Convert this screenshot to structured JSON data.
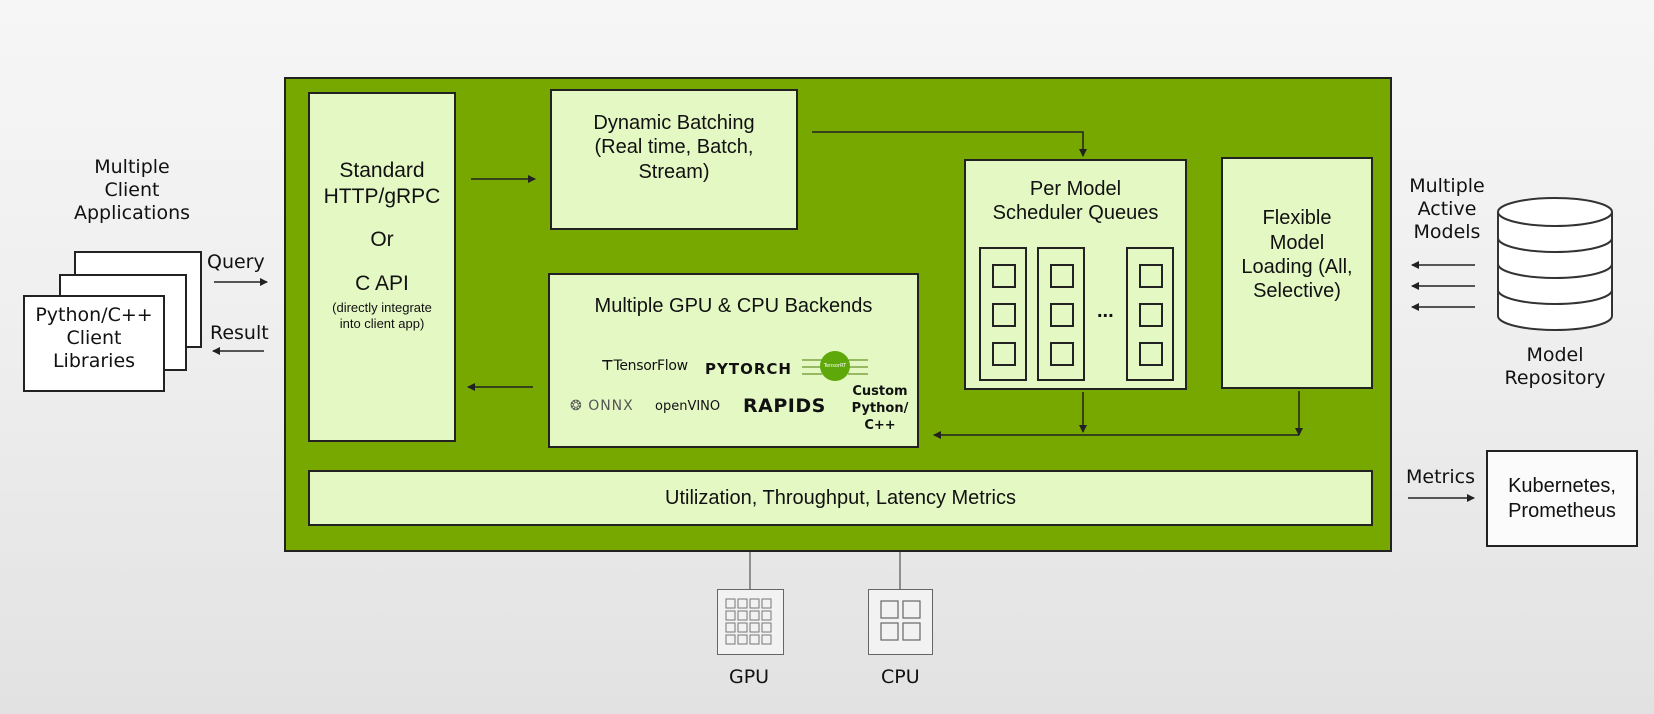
{
  "clients": {
    "heading": [
      "Multiple",
      "Client",
      "Applications"
    ],
    "libraries": [
      "Python/C++",
      "Client",
      "Libraries"
    ],
    "query_label": "Query",
    "result_label": "Result"
  },
  "server": {
    "api_box": {
      "line1": "Standard",
      "line2": "HTTP/gRPC",
      "or": "Or",
      "capi": "C API",
      "note1": "(directly integrate",
      "note2": "into client app)"
    },
    "batching": [
      "Dynamic Batching",
      "(Real time, Batch,",
      "Stream)"
    ],
    "backends": {
      "title": "Multiple GPU & CPU Backends",
      "logos": {
        "tensorflow": "TensorFlow",
        "pytorch": "PYTORCH",
        "tensorrt": "TensorRT",
        "onnx": "ONNX",
        "openvino": "openVINO",
        "rapids": "RAPIDS"
      },
      "custom": [
        "Custom",
        "Python/",
        "C++"
      ]
    },
    "scheduler": {
      "title": [
        "Per Model",
        "Scheduler Queues"
      ],
      "ellipsis": "..."
    },
    "loading": [
      "Flexible",
      "Model",
      "Loading (All,",
      "Selective)"
    ],
    "metrics_bar": "Utilization, Throughput, Latency Metrics"
  },
  "models": {
    "active_label": [
      "Multiple",
      "Active",
      "Models"
    ],
    "repository_label": [
      "Model",
      "Repository"
    ]
  },
  "metrics": {
    "arrow_label": "Metrics",
    "target": [
      "Kubernetes,",
      "Prometheus"
    ]
  },
  "hardware": {
    "gpu_label": "GPU",
    "cpu_label": "CPU"
  },
  "colors": {
    "server_green": "#76a800",
    "box_fill": "#e4f8c4"
  }
}
